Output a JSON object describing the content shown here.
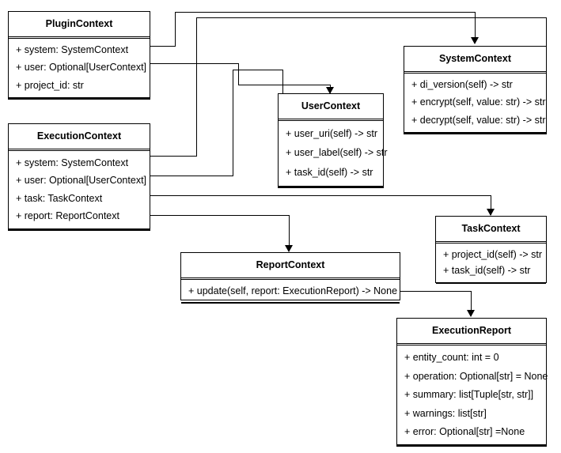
{
  "diagram": {
    "title": "Context class diagram",
    "type": "uml-class-diagram",
    "line_color": "#000000",
    "box_fill": "#ffffff"
  },
  "classes": {
    "plugin_context": {
      "name": "PluginContext",
      "members": [
        "+ system: SystemContext",
        "+ user: Optional[UserContext]",
        "+ project_id: str"
      ]
    },
    "system_context": {
      "name": "SystemContext",
      "members": [
        "+ di_version(self) -> str",
        "+ encrypt(self, value: str) -> str",
        "+ decrypt(self, value: str) -> str"
      ]
    },
    "user_context": {
      "name": "UserContext",
      "members": [
        "+ user_uri(self) -> str",
        "+ user_label(self) -> str",
        "+ task_id(self) -> str"
      ]
    },
    "execution_context": {
      "name": "ExecutionContext",
      "members": [
        "+ system: SystemContext",
        "+ user: Optional[UserContext]",
        "+ task: TaskContext",
        "+ report: ReportContext"
      ]
    },
    "task_context": {
      "name": "TaskContext",
      "members": [
        "+ project_id(self) -> str",
        "+ task_id(self) -> str"
      ]
    },
    "report_context": {
      "name": "ReportContext",
      "members": [
        "+ update(self, report: ExecutionReport) -> None"
      ]
    },
    "execution_report": {
      "name": "ExecutionReport",
      "members": [
        "+ entity_count: int = 0",
        "+ operation: Optional[str] = None",
        "+ summary: list[Tuple[str, str]]",
        "+ warnings: list[str]",
        "+ error: Optional[str] =None"
      ]
    }
  },
  "relations": [
    {
      "from": "plugin_context.system",
      "to": "system_context",
      "kind": "association-arrow"
    },
    {
      "from": "plugin_context.user",
      "to": "user_context",
      "kind": "association-arrow"
    },
    {
      "from": "execution_context.system",
      "to": "system_context",
      "kind": "association-arrow"
    },
    {
      "from": "execution_context.user",
      "to": "user_context",
      "kind": "association-arrow"
    },
    {
      "from": "execution_context.task",
      "to": "task_context",
      "kind": "association-arrow"
    },
    {
      "from": "execution_context.report",
      "to": "report_context",
      "kind": "association-arrow"
    },
    {
      "from": "report_context.update",
      "to": "execution_report",
      "kind": "association-arrow"
    }
  ]
}
